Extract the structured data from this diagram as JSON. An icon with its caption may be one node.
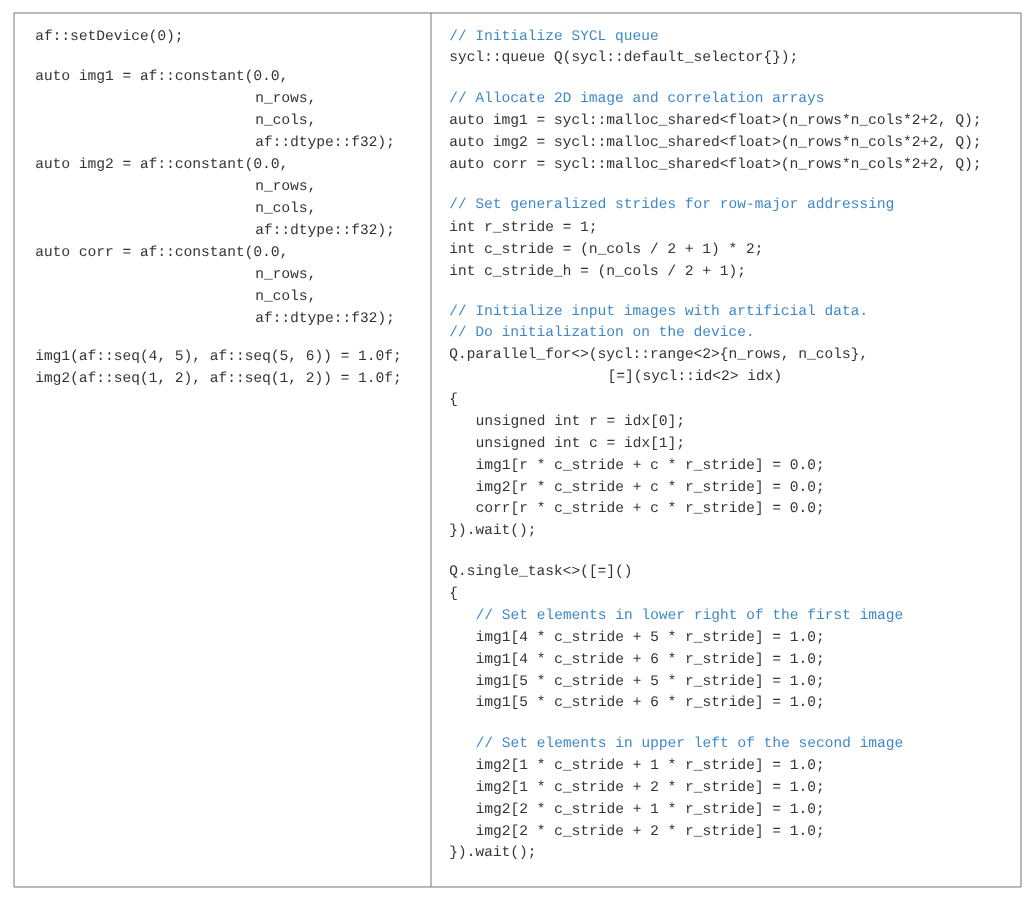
{
  "diagram": {
    "labels": [
      "af::setDevice(0);",
      "auto img1 = af::constant(0.0,",
      "n_rows,",
      "n_cols,",
      "af::dtype::f32);",
      "auto img2 = af::constant(0.0,",
      "n_rows,",
      "n_cols,",
      "af::dtype::f32);",
      "auto corr = af::constant(0.0,",
      "n_rows,",
      "n_cols,",
      "af::dtype::f32);",
      "img1(af::seq(4, 5), af::seq(5, 6)) = 1.0f;",
      "img2(af::seq(1, 2), af::seq(1, 2)) = 1.0f;",
      "// Initialize SYCL queue",
      "sycl::queue Q(sycl::default_selector{});",
      "// Allocate 2D image and correlation arrays",
      "auto img1 = sycl::malloc_shared<float>(n_rows*n_cols*2+2, Q);",
      "auto img2 = sycl::malloc_shared<float>(n_rows*n_cols*2+2, Q);",
      "auto corr = sycl::malloc_shared<float>(n_rows*n_cols*2+2, Q);",
      "// Set generalized strides for row-major addressing",
      "int r_stride = 1;",
      "int c_stride = (n_cols / 2 + 1) * 2;",
      "int c_stride_h = (n_cols / 2 + 1);",
      "// Initialize input images with artificial data.",
      "// Do initialization on the device.",
      "Q.parallel_for<>(sycl::range<2>{n_rows, n_cols},",
      "[=](sycl::id<2> idx)",
      "{",
      "unsigned int r = idx[0];",
      "unsigned int c = idx[1];",
      "img1[r * c_stride + c * r_stride] = 0.0;",
      "img2[r * c_stride + c * r_stride] = 0.0;",
      "corr[r * c_stride + c * r_stride] = 0.0;",
      "}).wait();",
      "Q.single_task<>([=]()",
      "{",
      "// Set elements in lower right of the first image",
      "img1[4 * c_stride + 5 * r_stride] = 1.0;",
      "img1[4 * c_stride + 6 * r_stride] = 1.0;",
      "img1[5 * c_stride + 5 * r_stride] = 1.0;",
      "img1[5 * c_stride + 6 * r_stride] = 1.0;",
      "// Set elements in upper left of the second image",
      "img2[1 * c_stride + 1 * r_stride] = 1.0;",
      "img2[1 * c_stride + 2 * r_stride] = 1.0;",
      "img2[2 * c_stride + 1 * r_stride] = 1.0;",
      "img2[2 * c_stride + 2 * r_stride] = 1.0;",
      "}).wait();"
    ]
  }
}
